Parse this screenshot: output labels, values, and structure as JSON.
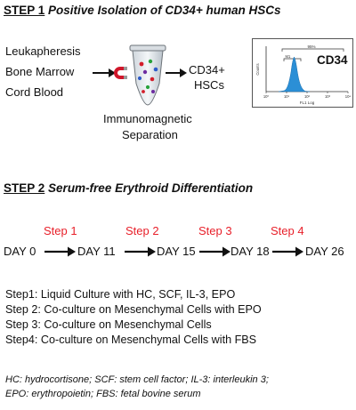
{
  "step1": {
    "label": "STEP 1",
    "title": "Positive Isolation of CD34+ human HSCs",
    "sources": [
      "Leukapheresis",
      "Bone Marrow",
      "Cord Blood"
    ],
    "process_label_line1": "Immunomagnetic",
    "process_label_line2": "Separation",
    "output_line1": "CD34+",
    "output_line2": "HSCs",
    "histogram": {
      "marker_label": "CD34",
      "gate_percent": "95%",
      "inner_gate": "M1",
      "y_axis_label": "Counts",
      "x_axis_label": "FL1 Log",
      "x_ticks": [
        "10⁰",
        "10¹",
        "10²",
        "10³",
        "10⁴"
      ],
      "peak_color": "#2b8fd6"
    }
  },
  "step2": {
    "label": "STEP 2",
    "title": "Serum-free Erythroid Differentiation",
    "timeline": {
      "step_labels": [
        "Step 1",
        "Step 2",
        "Step 3",
        "Step 4"
      ],
      "days": [
        "DAY 0",
        "DAY 11",
        "DAY 15",
        "DAY 18",
        "DAY 26"
      ],
      "step_color": "#e8202a"
    },
    "descriptions": [
      "Step1: Liquid Culture with HC, SCF, IL-3, EPO",
      "Step 2: Co-culture on Mesenchymal Cells with EPO",
      "Step 3: Co-culture on Mesenchymal Cells",
      "Step4:  Co-culture on Mesenchymal Cells with FBS"
    ]
  },
  "footnote": {
    "line1": "HC: hydrocortisone;  SCF: stem cell factor;  IL-3: interleukin 3;",
    "line2": "EPO: erythropoietin;  FBS: fetal bovine serum"
  }
}
